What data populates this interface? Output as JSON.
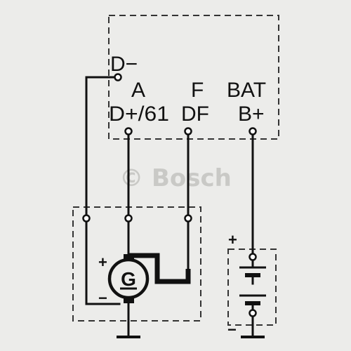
{
  "regulator": {
    "terminal_d_minus": "D−",
    "terminal_a": "A",
    "terminal_d_plus_61": "D+/61",
    "terminal_f": "F",
    "terminal_df": "DF",
    "terminal_bat": "BAT",
    "terminal_b_plus": "B+"
  },
  "generator": {
    "symbol": "G",
    "plus_sign": "+",
    "minus_sign": "−"
  },
  "battery": {
    "plus_sign": "+",
    "minus_sign": "−"
  },
  "watermark": {
    "text": "© Bosch"
  }
}
